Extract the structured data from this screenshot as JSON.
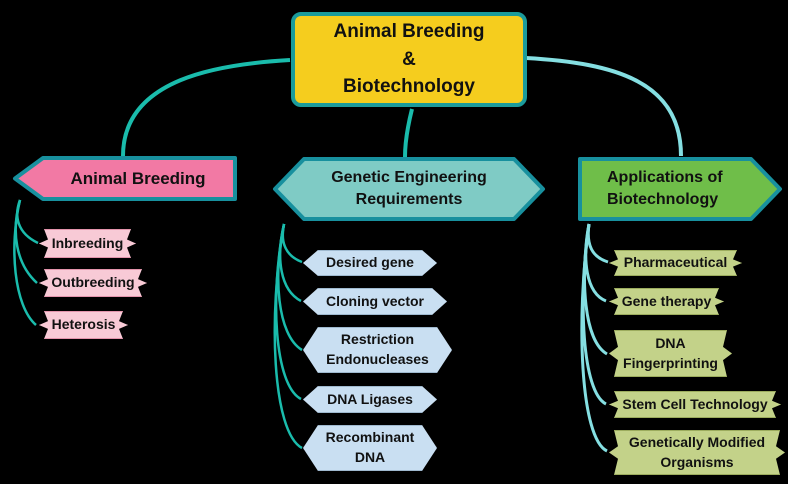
{
  "title": {
    "text": "Animal Breeding\n&\nBiotechnology"
  },
  "branches": [
    {
      "label": "Animal Breeding",
      "items": [
        "Inbreeding",
        "Outbreeding",
        "Heterosis"
      ]
    },
    {
      "label": "Genetic Engineering\nRequirements",
      "items": [
        "Desired gene",
        "Cloning vector",
        "Restriction\nEndonucleases",
        "DNA Ligases",
        "Recombinant\nDNA"
      ]
    },
    {
      "label": "Applications of\nBiotechnology",
      "items": [
        "Pharmaceutical",
        "Gene therapy",
        "DNA\nFingerprinting",
        "Stem Cell Technology",
        "Genetically Modified\nOrganisms"
      ]
    }
  ],
  "colors": {
    "background": "#000000",
    "title_fill": "#F5CD1E",
    "title_border": "#1B9B9B",
    "animal_breeding_fill": "#F279A4",
    "genetic_engineering_fill": "#7FCBC5",
    "applications_fill": "#6FBE49",
    "banner_border": "#18909E",
    "animal_items_fill": "#F8CAD6",
    "genetic_items_fill": "#C9DFF2",
    "application_items_fill": "#C3D289",
    "connector_teal": "#1ABCAC",
    "connector_cyan": "#85DFE2",
    "text": "#111111"
  }
}
